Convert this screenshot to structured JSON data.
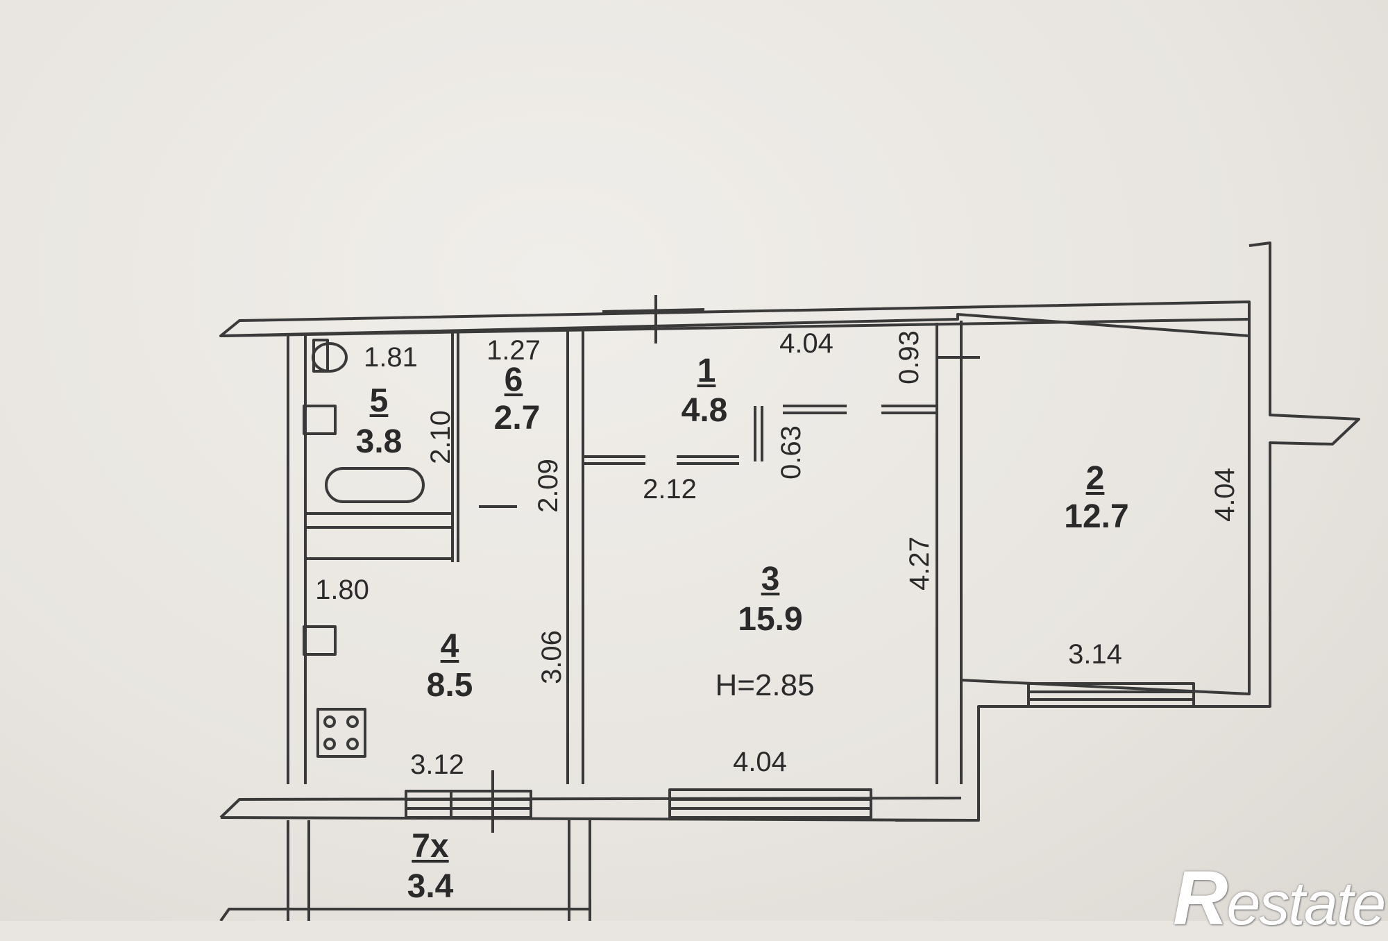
{
  "plan": {
    "rooms": [
      {
        "id": "room-1",
        "number": "1",
        "area": "4.8"
      },
      {
        "id": "room-2",
        "number": "2",
        "area": "12.7"
      },
      {
        "id": "room-3",
        "number": "3",
        "area": "15.9"
      },
      {
        "id": "room-4",
        "number": "4",
        "area": "8.5"
      },
      {
        "id": "room-5",
        "number": "5",
        "area": "3.8"
      },
      {
        "id": "room-6",
        "number": "6",
        "area": "2.7"
      },
      {
        "id": "room-7x",
        "number": "7x",
        "area": "3.4"
      }
    ],
    "dimensions": {
      "d_1_81": "1.81",
      "d_1_27": "1.27",
      "d_4_04_top": "4.04",
      "d_0_93": "0.93",
      "d_2_10": "2.10",
      "d_2_09": "2.09",
      "d_2_12": "2.12",
      "d_0_63": "0.63",
      "d_4_04_right": "4.04",
      "d_1_80": "1.80",
      "d_3_06": "3.06",
      "d_4_27": "4.27",
      "d_3_14": "3.14",
      "d_3_12": "3.12",
      "d_4_04_bottom": "4.04"
    },
    "ceiling_height": "H=2.85"
  },
  "watermark": {
    "initial": "R",
    "rest": "estate"
  }
}
